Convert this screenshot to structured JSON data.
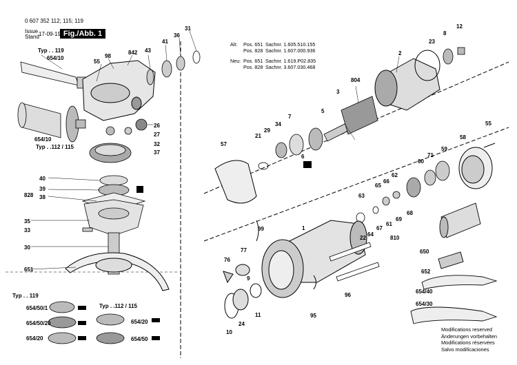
{
  "header": {
    "part_number": "0 607 352 112; 115; 119",
    "issue_label": "Issue",
    "stand_label": "Stand",
    "date": "17-09-19",
    "figure": "Fig./Abb. 1"
  },
  "notes": {
    "alt_label": "Alt:",
    "neu_label": "Neu:",
    "alt_lines": [
      {
        "pos": "Pos. 651",
        "sachnr": "Sachnr. 1.605.510.155"
      },
      {
        "pos": "Pos. 828",
        "sachnr": "Sachnr. 1.607.000.936"
      }
    ],
    "neu_lines": [
      {
        "pos": "Pos. 651",
        "sachnr": "Sachnr. 1.619.P02.835"
      },
      {
        "pos": "Pos. 828",
        "sachnr": "Sachnr. 3.607.030.468"
      }
    ]
  },
  "modifications": [
    "Modifications reserved",
    "Änderungen vorbehalten",
    "Modifications réservées",
    "Salvo modificaciones"
  ],
  "labels": {
    "typ119_top": "Typ . . 119",
    "p654_10a": "654/10",
    "p55a": "55",
    "p98": "98",
    "p842": "842",
    "p43": "43",
    "p41": "41",
    "p36": "36",
    "p31": "31",
    "p26": "26",
    "p27": "27",
    "p32": "32",
    "p37": "37",
    "p654_10b": "654/10",
    "typ112_115": "Typ . .112 / 115",
    "p40": "40",
    "p39": "39",
    "p828": "828",
    "p38": "38",
    "p35": "35",
    "p33": "33",
    "p30": "30",
    "p651": "651",
    "typ119_bot": "Typ . . 119",
    "p654_50_1": "654/50/1",
    "p654_50_20": "654/50/20",
    "p654_20a": "654/20",
    "typ112_115_bot": "Typ . .112 / 115",
    "p654_20b": "654/20",
    "p654_50": "654/50",
    "p8": "8",
    "p12": "12",
    "p23": "23",
    "p2": "2",
    "p804": "804",
    "p3": "3",
    "p5": "5",
    "p7": "7",
    "p34": "34",
    "p29": "29",
    "p21": "21",
    "p57": "57",
    "p6": "6",
    "p55b": "55",
    "p58": "58",
    "p59": "59",
    "p71": "71",
    "p60": "60",
    "p62": "62",
    "p66": "66",
    "p65": "65",
    "p63": "63",
    "p22": "22",
    "p64": "64",
    "p67": "67",
    "p61": "61",
    "p69": "69",
    "p68": "68",
    "p810": "810",
    "p1": "1",
    "p99": "99",
    "p77": "77",
    "p76": "76",
    "p9": "9",
    "p96": "96",
    "p10": "10",
    "p24": "24",
    "p11": "11",
    "p95": "95",
    "p650": "650",
    "p652": "652",
    "p654_40": "654/40",
    "p654_30": "654/30"
  }
}
